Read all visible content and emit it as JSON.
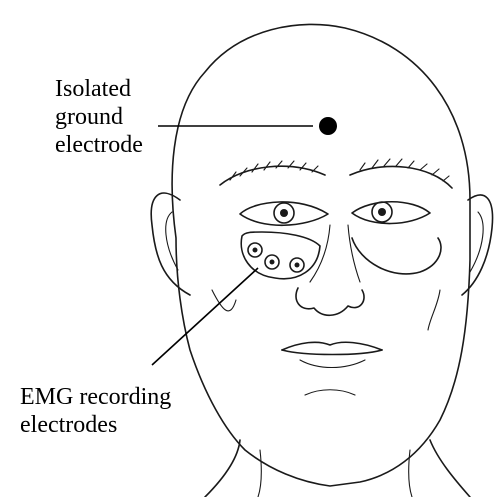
{
  "labels": {
    "ground_line1": "Isolated",
    "ground_line2": "ground",
    "ground_line3": "electrode",
    "emg_line1": "EMG recording",
    "emg_line2": "electrodes"
  },
  "colors": {
    "ink": "#000000",
    "background": "#ffffff"
  }
}
